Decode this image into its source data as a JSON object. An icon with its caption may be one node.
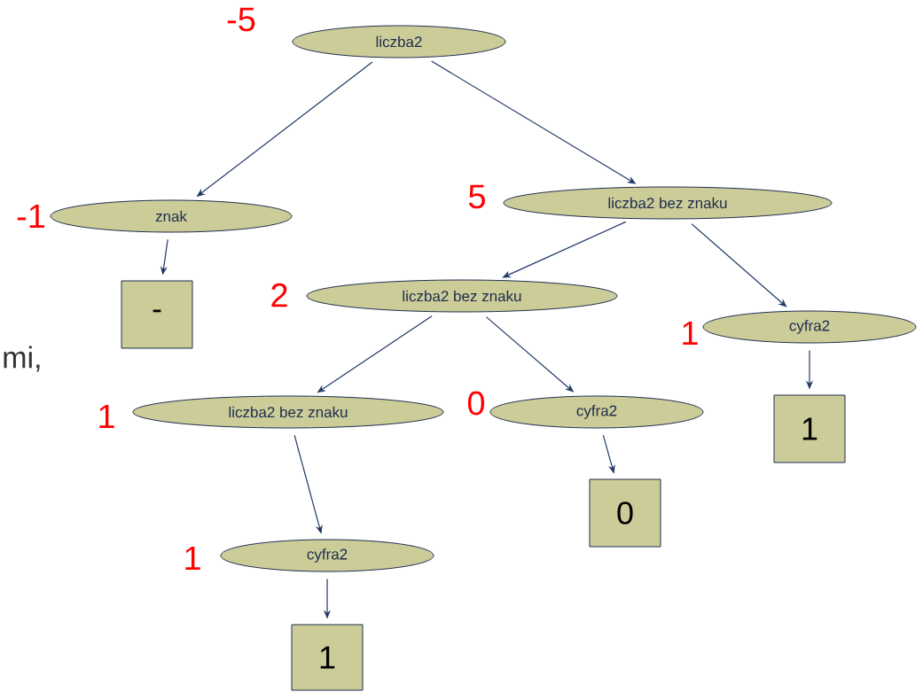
{
  "diagram": {
    "nodes": [
      {
        "text": [
          "liczba2"
        ],
        "beside": [
          "-5"
        ]
      },
      {
        "text": [
          "znak"
        ],
        "beside": [
          "-1"
        ]
      },
      {
        "text": [
          "-"
        ]
      },
      {
        "text": [
          "liczba2 bez znaku"
        ],
        "beside": [
          "5"
        ]
      },
      {
        "text": [
          "liczba2 bez znaku"
        ],
        "beside": [
          "2"
        ]
      },
      {
        "text": [
          "cyfra2"
        ],
        "beside": [
          "1"
        ]
      },
      {
        "text": [
          "1"
        ]
      },
      {
        "text": [
          "liczba2 bez znaku"
        ],
        "beside": [
          "1"
        ]
      },
      {
        "text": [
          "cyfra2"
        ],
        "beside": [
          "0"
        ]
      },
      {
        "text": [
          "0"
        ]
      },
      {
        "text": [
          "cyfra2"
        ],
        "beside": [
          "1"
        ]
      },
      {
        "text": [
          "1"
        ]
      }
    ],
    "edges": [
      {
        "from": 0,
        "to": 1,
        "arrow": "to"
      },
      {
        "from": 0,
        "to": 3,
        "arrow": "to"
      },
      {
        "from": 1,
        "to": 2,
        "arrow": "to"
      },
      {
        "from": 3,
        "to": 4,
        "arrow": "to"
      },
      {
        "from": 3,
        "to": 5,
        "arrow": "to"
      },
      {
        "from": 5,
        "to": 6,
        "arrow": "to"
      },
      {
        "from": 4,
        "to": 7,
        "arrow": "to"
      },
      {
        "from": 4,
        "to": 8,
        "arrow": "to"
      },
      {
        "from": 8,
        "to": 9,
        "arrow": "to"
      },
      {
        "from": 7,
        "to": 10,
        "arrow": "to"
      },
      {
        "from": 10,
        "to": 11,
        "arrow": "to"
      }
    ],
    "labels": [
      "mi,"
    ]
  }
}
